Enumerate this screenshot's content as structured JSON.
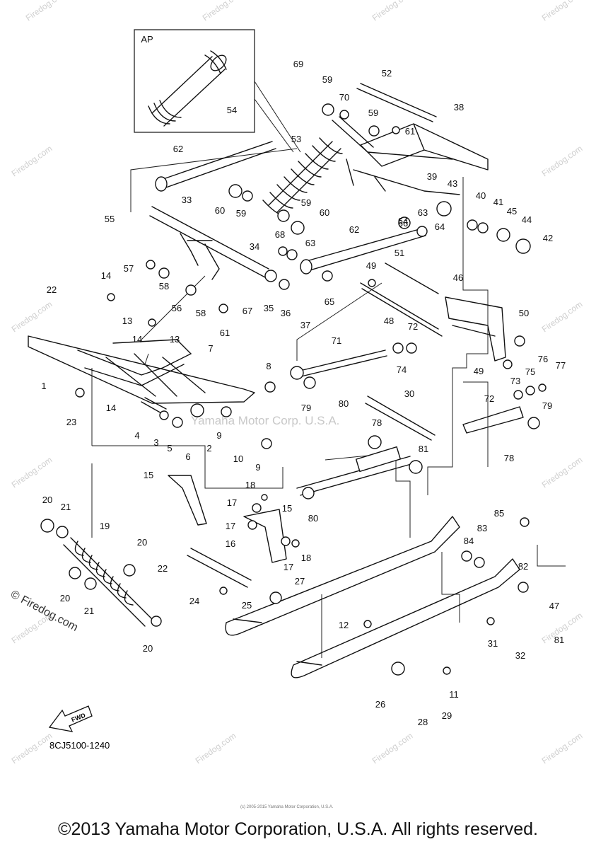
{
  "diagram": {
    "inset_label": "AP",
    "drawing_code": "8CJ5100-1240",
    "fwd_label": "FWD",
    "side_watermark": "© Firedog.com",
    "center_watermark": "Yamaha Motor Corp. U.S.A.",
    "part_numbers": [
      "1",
      "2",
      "3",
      "4",
      "5",
      "6",
      "7",
      "8",
      "9",
      "9",
      "10",
      "11",
      "12",
      "13",
      "13",
      "14",
      "14",
      "14",
      "15",
      "15",
      "16",
      "17",
      "17",
      "17",
      "18",
      "18",
      "19",
      "20",
      "20",
      "20",
      "20",
      "21",
      "21",
      "22",
      "22",
      "23",
      "24",
      "25",
      "26",
      "27",
      "28",
      "29",
      "30",
      "31",
      "32",
      "33",
      "34",
      "35",
      "36",
      "37",
      "38",
      "39",
      "40",
      "41",
      "42",
      "43",
      "44",
      "45",
      "46",
      "47",
      "48",
      "49",
      "49",
      "50",
      "51",
      "52",
      "53",
      "54",
      "55",
      "56",
      "57",
      "58",
      "58",
      "59",
      "59",
      "59",
      "59",
      "60",
      "60",
      "61",
      "61",
      "62",
      "62",
      "63",
      "63",
      "64",
      "64",
      "65",
      "66",
      "67",
      "68",
      "69",
      "70",
      "71",
      "72",
      "72",
      "73",
      "74",
      "75",
      "76",
      "77",
      "78",
      "78",
      "79",
      "79",
      "80",
      "80",
      "81",
      "81",
      "82",
      "83",
      "84",
      "85"
    ]
  },
  "footer": {
    "copyright": "©2013 Yamaha Motor Corporation, U.S.A. All rights reserved.",
    "tiny_note": "(c) 2005-2015 Yamaha Motor Corporation, U.S.A."
  }
}
